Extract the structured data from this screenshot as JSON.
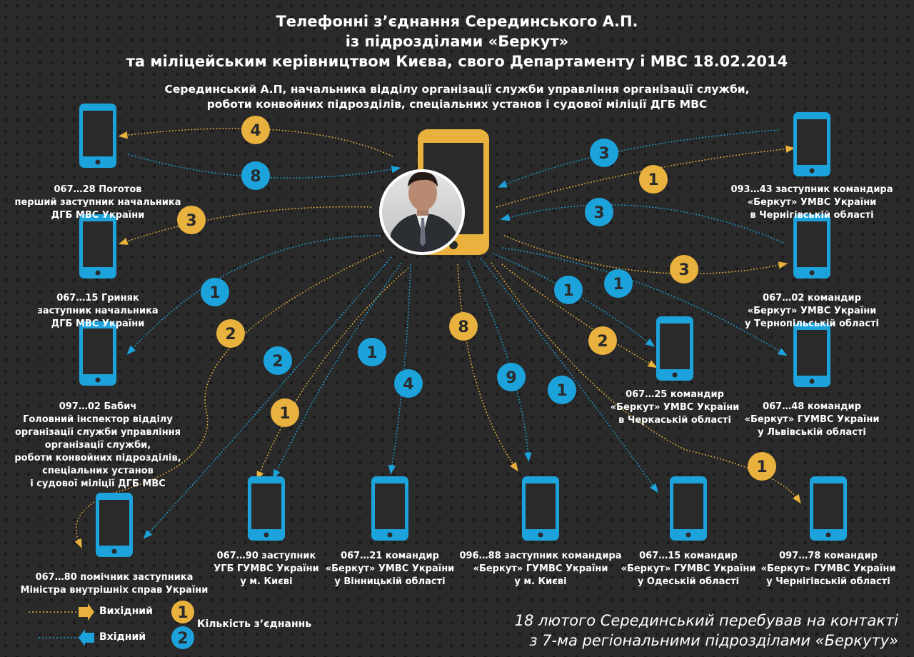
{
  "title": {
    "line1": "Телефонні з’єднання Серединського А.П.",
    "line2": "із підрозділами «Беркут»",
    "line3": "та міліцейським керівництвом Києва,  свого Департаменту і МВС 18.02.2014"
  },
  "subtitle": {
    "line1": "Серединський А.П, начальника відділу організації служби управління організації служби,",
    "line2": "роботи конвойних підрозділів, спеціальних установ і судової міліції ДГБ МВС"
  },
  "colors": {
    "outgoing": "#e9b13d",
    "incoming": "#1ca3dc",
    "background": "#2a2a2a"
  },
  "contacts": [
    {
      "id": "pogotov",
      "lines": [
        "067…28 Поготов",
        "перший заступник начальника",
        "ДГБ МВС України"
      ],
      "outgoing": 4,
      "incoming": 8
    },
    {
      "id": "hrynyak",
      "lines": [
        "067…15 Гриняк",
        "заступник начальника",
        "ДГБ МВС України"
      ],
      "outgoing": 3,
      "incoming": null
    },
    {
      "id": "babych",
      "lines": [
        "097…02 Бабич",
        "Головний інспектор відділу",
        "організації служби управління",
        "організації служби,",
        "роботи конвойних підрозділів,",
        "спеціальних установ",
        "і судової міліції ДГБ МВС"
      ],
      "outgoing": null,
      "incoming": 1
    },
    {
      "id": "minister-assistant",
      "lines": [
        "067…80 помічник заступника",
        "Міністра внутрішніх справ України"
      ],
      "outgoing": 2,
      "incoming": 2
    },
    {
      "id": "kyiv-ugb",
      "lines": [
        "067…90 заступник",
        "УГБ ГУМВС України",
        "у м. Києві"
      ],
      "outgoing": 1,
      "incoming": 1
    },
    {
      "id": "vinnytsia",
      "lines": [
        "067…21 командир",
        "«Беркут» УМВС України",
        "у Вінницькій області"
      ],
      "outgoing": null,
      "incoming": 4
    },
    {
      "id": "kyiv-berkut",
      "lines": [
        "096…88 заступник командира",
        "«Беркут» ГУМВС України",
        "у м. Києві"
      ],
      "outgoing": 8,
      "incoming": 9
    },
    {
      "id": "odesa",
      "lines": [
        "067…15 командир",
        "«Беркут» ГУМВС України",
        "у Одеській області"
      ],
      "outgoing": null,
      "incoming": 1
    },
    {
      "id": "chernihiv-commander",
      "lines": [
        "097…78 командир",
        "«Беркут» ГУМВС України",
        "у Чернігівській області"
      ],
      "outgoing": 1,
      "incoming": null
    },
    {
      "id": "cherkasy",
      "lines": [
        "067…25 командир",
        "«Беркут» УМВС України",
        "в Черкаській області"
      ],
      "outgoing": 2,
      "incoming": 1
    },
    {
      "id": "lviv",
      "lines": [
        "067…48 командир",
        "«Беркут» ГУМВС України",
        "у Львівській області"
      ],
      "outgoing": null,
      "incoming": 1
    },
    {
      "id": "ternopil",
      "lines": [
        "067…02 командир",
        "«Беркут» УМВС України",
        "у Тернопільській області"
      ],
      "outgoing": 3,
      "incoming": 3
    },
    {
      "id": "chernihiv-deputy",
      "lines": [
        "093…43 заступник командира",
        "«Беркут» УМВС України",
        "в Чернігівській області"
      ],
      "outgoing": 1,
      "incoming": 3
    }
  ],
  "legend": {
    "outgoing": "Вихідний",
    "incoming": "Вхідний",
    "outgoing_sample": 1,
    "incoming_sample": 2,
    "count_label": "Кількість з’єднаннь"
  },
  "footer": {
    "line1": "18 лютого Серединський перебував на контакті",
    "line2": "з 7-ма регіональними підрозділами «Беркуту»"
  }
}
